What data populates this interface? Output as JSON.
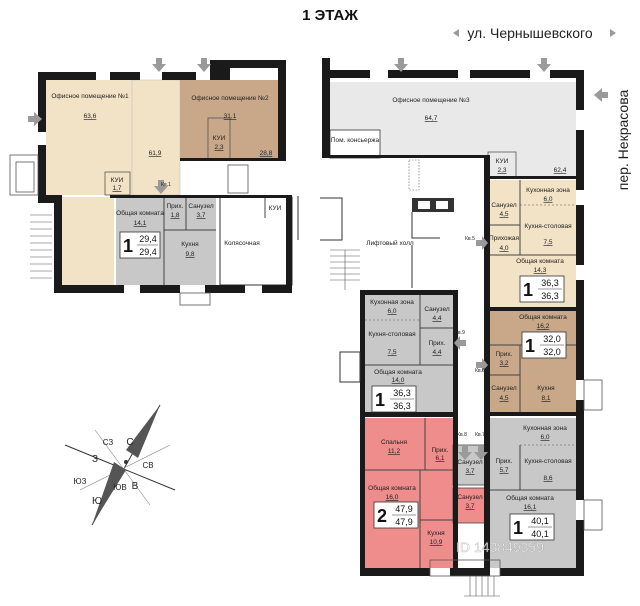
{
  "header": {
    "title": "1 ЭТАЖ"
  },
  "streets": {
    "top": "ул. Чернышевского",
    "right": "пер. Некрасова"
  },
  "colors": {
    "office_beige": "#f2e3c6",
    "office_brown": "#c9a88a",
    "office_gray": "#e9e9e9",
    "apt_gray": "#c8c8c8",
    "apt_pink": "#ef8c8c",
    "apt_tan": "#c9a88a",
    "apt_beige": "#f2e3c6"
  },
  "offices": [
    {
      "name": "Офисное помещение №1",
      "area": "63,6"
    },
    {
      "name": "",
      "area": "61,9"
    },
    {
      "name": "КУИ",
      "area": "1,7"
    },
    {
      "name": "Офисное помещение №2",
      "area": "31,1"
    },
    {
      "name": "КУИ",
      "area": "2,3"
    },
    {
      "name": "",
      "area": "28,8"
    },
    {
      "name": "Офисное помещение №3",
      "area": "64,7"
    },
    {
      "name": "КУИ",
      "area": "2,3"
    },
    {
      "name": "",
      "area": "62,4"
    }
  ],
  "common": [
    {
      "name": "Пом. консьержа"
    },
    {
      "name": "КУИ"
    },
    {
      "name": "Колясочная"
    },
    {
      "name": "Лифтовый холл"
    }
  ],
  "apartments": [
    {
      "id": "kv1",
      "tag": "Кв.1",
      "rooms": "1",
      "total": "29,4",
      "living": "29,4",
      "spaces": [
        {
          "name": "Общая комната",
          "area": "14,1"
        },
        {
          "name": "Прих.",
          "area": "1,8"
        },
        {
          "name": "Санузел",
          "area": "3,7"
        },
        {
          "name": "Кухня",
          "area": "9,8"
        }
      ]
    },
    {
      "id": "kv5",
      "tag": "Кв.5",
      "rooms": "1",
      "total": "36,3",
      "living": "36,3",
      "spaces": [
        {
          "name": "Санузел",
          "area": "4,5"
        },
        {
          "name": "Кухонная зона",
          "area": "6,0"
        },
        {
          "name": "Кухня-столовая",
          "area": "7,5"
        },
        {
          "name": "Прихожая",
          "area": "4,0"
        },
        {
          "name": "Общая комната",
          "area": "14,3"
        }
      ]
    },
    {
      "id": "kv6",
      "tag": "Кв.6",
      "rooms": "1",
      "total": "32,0",
      "living": "32,0",
      "spaces": [
        {
          "name": "Общая комната",
          "area": "16,2"
        },
        {
          "name": "Прих.",
          "area": "3,2"
        },
        {
          "name": "Санузел",
          "area": "4,5"
        },
        {
          "name": "Кухня",
          "area": "8,1"
        }
      ]
    },
    {
      "id": "kv9",
      "tag": "Кв.9",
      "rooms": "1",
      "total": "36,3",
      "living": "36,3",
      "spaces": [
        {
          "name": "Кухонная зона",
          "area": "6,0"
        },
        {
          "name": "Санузел",
          "area": "4,4"
        },
        {
          "name": "Кухня-столовая",
          "area": "7,5"
        },
        {
          "name": "Прих.",
          "area": "4,4"
        },
        {
          "name": "Общая комната",
          "area": "14,0"
        }
      ]
    },
    {
      "id": "kv8",
      "tag": "Кв.8",
      "rooms": "2",
      "total": "47,9",
      "living": "47,9",
      "spaces": [
        {
          "name": "Спальня",
          "area": "11,2"
        },
        {
          "name": "Прих.",
          "area": "6,1"
        },
        {
          "name": "Санузел",
          "area": "3,7"
        },
        {
          "name": "Общая комната",
          "area": "16,0"
        },
        {
          "name": "Санузел",
          "area": "3,7"
        },
        {
          "name": "Кухня",
          "area": "10,9"
        }
      ]
    },
    {
      "id": "kv7",
      "tag": "Кв.7",
      "rooms": "1",
      "total": "40,1",
      "living": "40,1",
      "spaces": [
        {
          "name": "Кухонная зона",
          "area": "6,0"
        },
        {
          "name": "Прих.",
          "area": "5,7"
        },
        {
          "name": "Кухня-столовая",
          "area": "8,6"
        },
        {
          "name": "Общая комната",
          "area": "16,1"
        }
      ]
    }
  ],
  "compass": {
    "n": "С",
    "s": "Ю",
    "e": "В",
    "w": "З",
    "ne": "СВ",
    "nw": "СЗ",
    "se": "ЮВ",
    "sw": "ЮЗ"
  },
  "watermark": "ID 143849359"
}
